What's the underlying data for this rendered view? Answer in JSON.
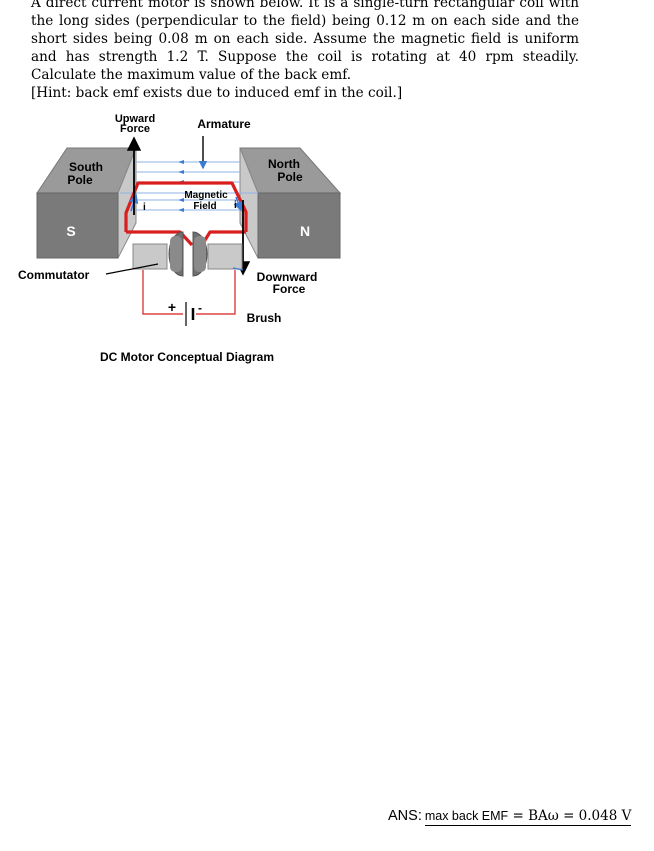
{
  "problem": {
    "text": "A direct current motor is shown below. It is a single-turn rectangular coil with the long sides (perpendicular to the field) being 0.12 m on each side and the short sides being 0.08 m on each side. Assume the magnetic field is uniform and has strength 1.2 T. Suppose the coil is rotating at 40 rpm steadily. Calculate the maximum value of the back emf.",
    "hint": "[Hint: back emf exists due to induced emf in the coil.]"
  },
  "diagram": {
    "upward_force_line1": "Upward",
    "upward_force_line2": "Force",
    "armature": "Armature",
    "south_pole_line1": "South",
    "south_pole_line2": "Pole",
    "north_pole_line1": "North",
    "north_pole_line2": "Pole",
    "magnetic_field_line1": "Magnetic",
    "magnetic_field_line2": "Field",
    "current_left": "i",
    "current_right": "i",
    "s_letter": "S",
    "n_letter": "N",
    "commutator": "Commutator",
    "downward_force_line1": "Downward",
    "downward_force_line2": "Force",
    "plus": "+",
    "minus": "-",
    "brush": "Brush",
    "caption": "DC Motor Conceptual Diagram"
  },
  "answer": {
    "label": "ANS:",
    "text": "max back EMF",
    "equation": " = BAω = 0.048 V"
  }
}
